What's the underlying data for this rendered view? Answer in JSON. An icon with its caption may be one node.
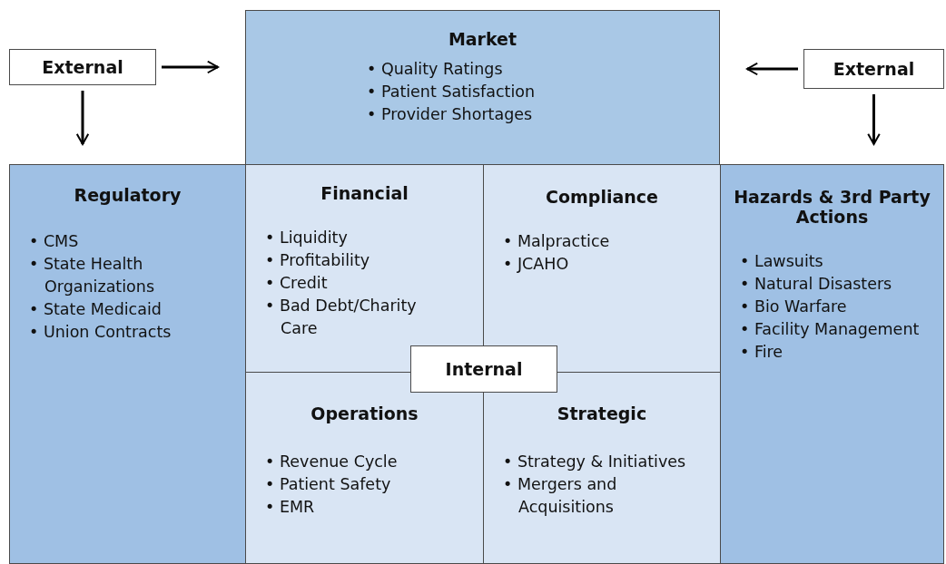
{
  "diagram": {
    "nodes": [
      {
        "text": [
          "External"
        ]
      },
      {
        "text": [
          "Market",
          "• Quality Ratings",
          "• Patient Satisfaction",
          "• Provider Shortages"
        ]
      },
      {
        "text": [
          "External"
        ]
      },
      {
        "text": [
          "Regulatory",
          "• CMS",
          "• State Health Organizations",
          "• State Medicaid",
          "• Union Contracts"
        ]
      },
      {
        "text": [
          "Financial",
          "• Liquidity",
          "• Profitability",
          "• Credit",
          "• Bad Debt/Charity Care"
        ]
      },
      {
        "text": [
          "Compliance",
          "• Malpractice",
          "• JCAHO"
        ]
      },
      {
        "text": [
          "Hazards & 3rd Party Actions",
          "• Lawsuits",
          "• Natural Disasters",
          "• Bio Warfare",
          "• Facility Management",
          "• Fire"
        ]
      },
      {
        "text": [
          "Internal"
        ]
      },
      {
        "text": [
          "Operations",
          "• Revenue Cycle",
          "• Patient Safety",
          "• EMR"
        ]
      },
      {
        "text": [
          "Strategic",
          "• Strategy & Initiatives",
          "• Mergers and Acquisitions"
        ]
      }
    ],
    "edges": [
      {
        "from": 0,
        "to": 1,
        "arrow": "to"
      },
      {
        "from": 0,
        "to": 3,
        "arrow": "to"
      },
      {
        "from": 2,
        "to": 1,
        "arrow": "to"
      },
      {
        "from": 2,
        "to": 6,
        "arrow": "to"
      }
    ]
  }
}
